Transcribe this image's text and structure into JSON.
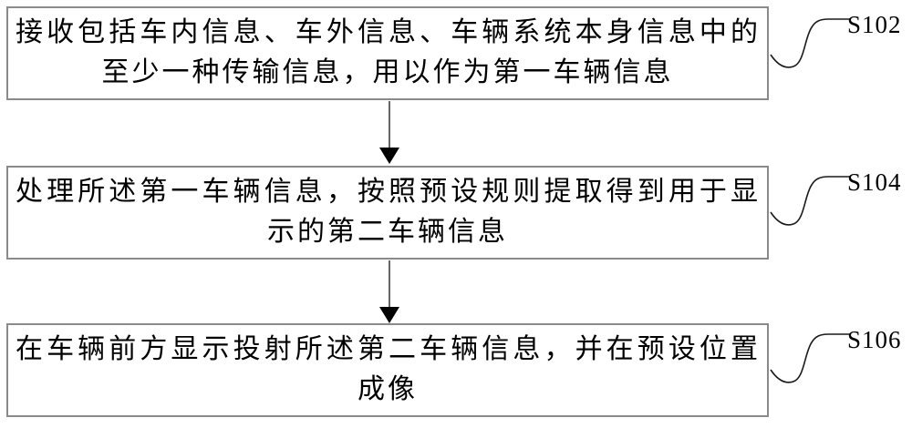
{
  "figure": {
    "type": "flowchart",
    "background": "#ffffff",
    "colors": {
      "box_border": "#8a8a8a",
      "arrow_line": "#666666",
      "arrow_head": "#000000",
      "connector": "#1a1a1a",
      "text": "#000000"
    },
    "steps": [
      {
        "id": "S102",
        "lines": [
          "接收包括车内信息、车外信息、车辆系统本身信息中的",
          "至少一种传输信息，用以作为第一车辆信息"
        ]
      },
      {
        "id": "S104",
        "lines": [
          "处理所述第一车辆信息，按照预设规则提取得到用于显",
          "示的第二车辆信息"
        ]
      },
      {
        "id": "S106",
        "lines": [
          "在车辆前方显示投射所述第二车辆信息，并在预设位置",
          "成像"
        ]
      }
    ]
  }
}
